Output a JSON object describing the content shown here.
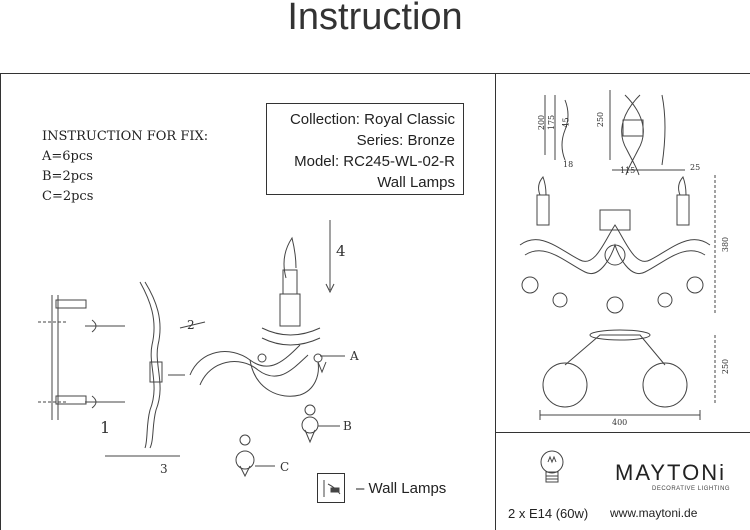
{
  "title": "Instruction",
  "fix": {
    "heading": "INSTRUCTION FOR FIX:",
    "a": "A=6pcs",
    "b": "B=2pcs",
    "c": "C=2pcs"
  },
  "info": {
    "collection": "Collection: Royal Classic",
    "series": "Series: Bronze",
    "model": "Model: RC245-WL-02-R",
    "type": "Wall Lamps"
  },
  "callouts": {
    "n1": "1",
    "n2": "2",
    "n3": "3",
    "n4": "4",
    "a": "A",
    "b": "B",
    "c": "C"
  },
  "legend": {
    "text": "– Wall Lamps"
  },
  "dimensions": {
    "d200": "200",
    "d175": "175",
    "d45": "45",
    "d250_top": "250",
    "d18": "18",
    "d115": "115",
    "d25": "25",
    "d380": "380",
    "d250_side": "250",
    "d400": "400"
  },
  "bulb": {
    "text": "2 x E14 (60w)"
  },
  "brand": {
    "logo": "MAYTONi",
    "subtitle": "DECORATIVE LIGHTING",
    "website": "www.maytoni.de"
  }
}
